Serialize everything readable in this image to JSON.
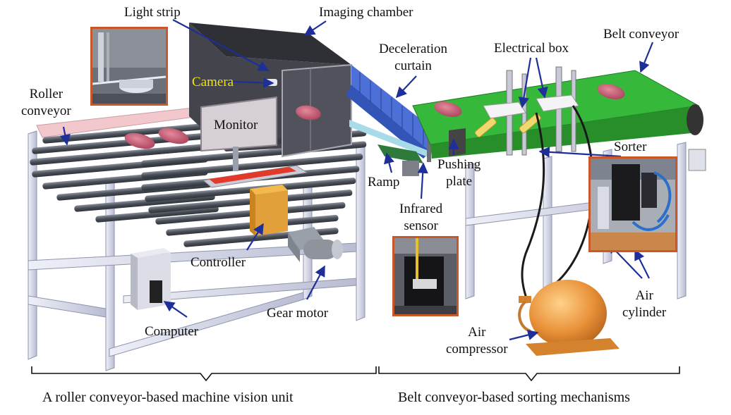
{
  "labels": {
    "light_strip": "Light strip",
    "imaging_chamber": "Imaging chamber",
    "deceleration_curtain": "Deceleration\ncurtain",
    "electrical_box": "Electrical box",
    "belt_conveyor": "Belt conveyor",
    "camera": "Camera",
    "roller_conveyor": "Roller\nconveyor",
    "monitor": "Monitor",
    "sorter": "Sorter",
    "ramp": "Ramp",
    "pushing_plate": "Pushing\nplate",
    "infrared_sensor": "Infrared\nsensor",
    "controller": "Controller",
    "air_cylinder": "Air\ncylinder",
    "computer": "Computer",
    "gear_motor": "Gear motor",
    "air_compressor": "Air\ncompressor"
  },
  "sections": {
    "vision_unit": "A roller conveyor-based machine vision unit",
    "sorting": "Belt conveyor-based sorting mechanisms"
  },
  "colors": {
    "arrow": "#1f2f9a",
    "inset_border": "#c8582a",
    "belt": "#36b83a",
    "frame": "#d6d8ea",
    "roller": "#555b66",
    "chamber": "#3e3e46",
    "curtain": "#4d6fd8",
    "compressor": "#e9923a",
    "sweet_potato": "#c85a74",
    "camera_label": "#f2e500"
  }
}
